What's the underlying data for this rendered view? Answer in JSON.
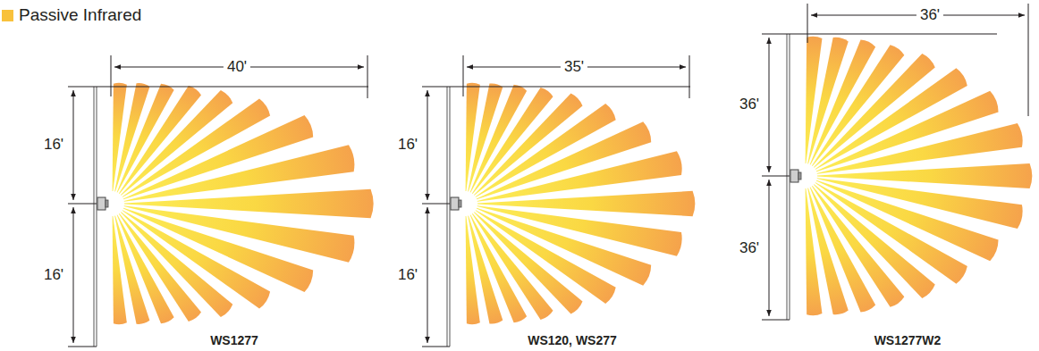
{
  "diagram": {
    "labels": [
      "40'",
      "16'",
      "16'",
      "WS1277",
      "35'",
      "16'",
      "16'",
      "WS120, WS277",
      "36'",
      "36'",
      "36'",
      "WS1277W2"
    ],
    "legend": [
      {
        "text": "Passive Infrared",
        "color": "#f8c13c"
      }
    ]
  }
}
